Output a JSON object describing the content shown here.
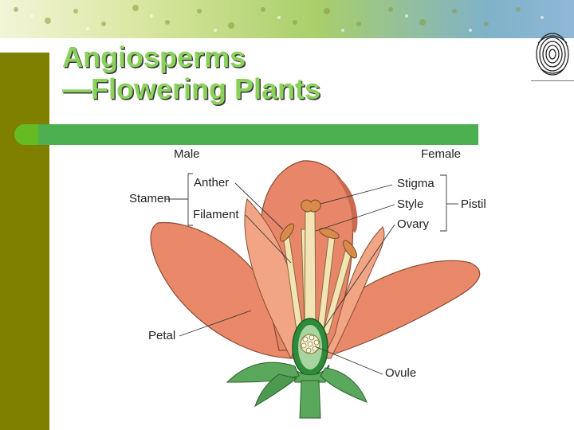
{
  "slide": {
    "title_line1": "Angiosperms",
    "title_line2": "—Flowering Plants"
  },
  "diagram": {
    "labels": {
      "male": "Male",
      "female": "Female",
      "anther": "Anther",
      "stamen": "Stamen",
      "filament": "Filament",
      "stigma": "Stigma",
      "style": "Style",
      "pistil": "Pistil",
      "ovary": "Ovary",
      "petal": "Petal",
      "ovule": "Ovule"
    }
  },
  "colors": {
    "title": "#8bd25c",
    "left_bar": "#808000",
    "green_rule": "#4caf50",
    "petal": "#e9896a",
    "inner_petal": "#f1a585",
    "filament": "#f3e4b5",
    "anther": "#d98b4c",
    "ovary": "#2e8b3a",
    "sepal": "#5aa85c"
  }
}
